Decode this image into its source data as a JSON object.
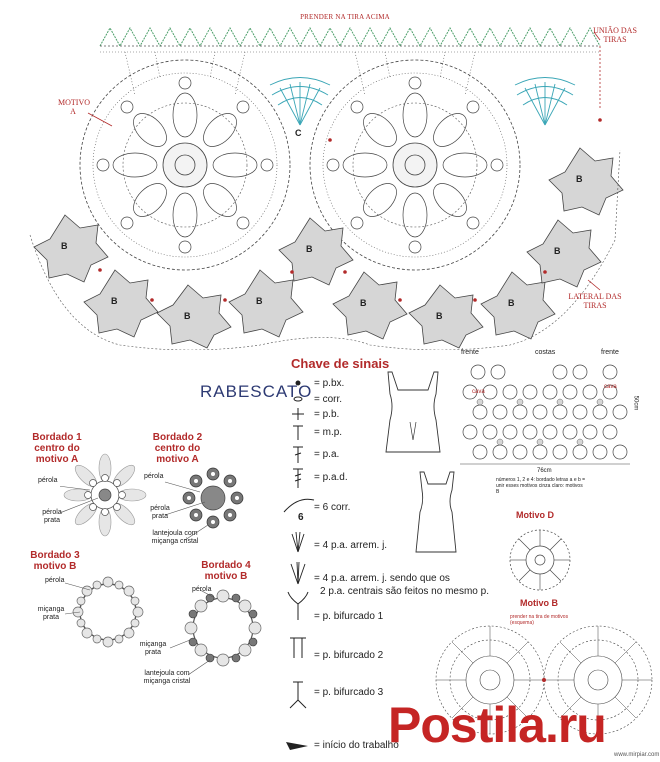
{
  "top": {
    "header": "PRENDER NA TIRA ACIMA",
    "uniao": "UNIÃO DAS TIRAS",
    "motivo_a": "MOTIVO A",
    "letter_c": "C",
    "motif_b_letter": "B",
    "lateral": "LATERAL DAS TIRAS"
  },
  "key": {
    "title": "Chave de sinais",
    "brand": "RABESCATO",
    "items": [
      "= p.bx.",
      "= corr.",
      "= p.b.",
      "= m.p.",
      "= p.a.",
      "= p.a.d.",
      "= 6 corr.",
      "= 4 p.a. arrem. j.",
      "= 4 p.a. arrem. j. sendo que os",
      "2 p.a. centrais são feitos no mesmo p.",
      "= p. bifurcado 1",
      "= p. bifurcado 2",
      "= p. bifurcado 3",
      "= início do trabalho"
    ],
    "six": "6"
  },
  "embroidery": {
    "b1_title": "Bordado 1 centro do motivo A",
    "b2_title": "Bordado 2 centro do motivo A",
    "b3_title": "Bordado 3 motivo B",
    "b4_title": "Bordado 4 motivo B",
    "perola": "pérola",
    "perola_prata": "pérola prata",
    "lantejoula": "lantejoula com miçanga cristal",
    "micanga_prata": "miçanga prata"
  },
  "garment": {
    "frente": "frente",
    "costas": "costas",
    "cava": "cava",
    "width": "76cm",
    "height": "50cm",
    "note": "números 1, 2 e 4: bordado letras a e b = unir esses motivos cinza claro: motivos B"
  },
  "motifs": {
    "d_title": "Motivo D",
    "b_title": "Motivo B",
    "b_note": "prender na tira de motivos (esquema)"
  },
  "watermark": {
    "text": "Postila.ru",
    "site": "www.mirpiar.com"
  },
  "colors": {
    "accent": "#b22a2a",
    "teal": "#3aa6b6",
    "green": "#4c9f6a",
    "gray_motif": "#d6d6d6",
    "watermark": "#c52524"
  }
}
